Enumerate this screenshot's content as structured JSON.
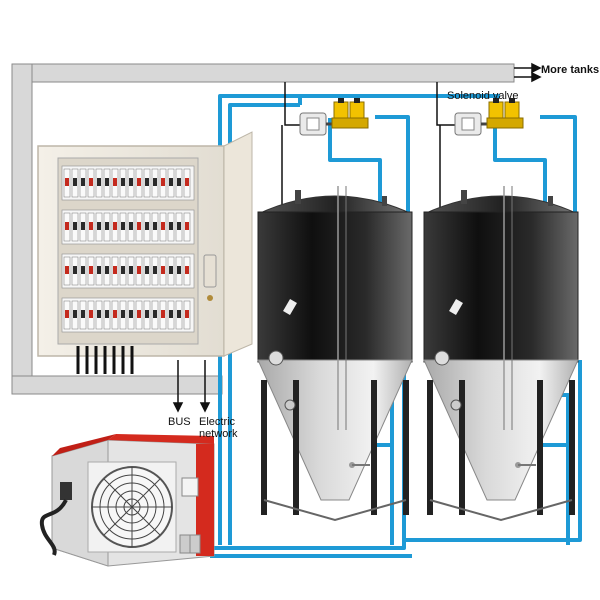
{
  "labels": {
    "more_tanks": "More tanks",
    "solenoid_valve": "Solenoid valve",
    "bus": "BUS",
    "electric_network": "Electric network"
  },
  "colors": {
    "cooling_pipe": "#1e9ad6",
    "cable_duct": "#d6d6d6",
    "tank_dark": "#1c1c1c",
    "tank_cone": "#c9c9c9",
    "valve_yellow": "#f2c200",
    "chiller_red": "#d42a1e",
    "chiller_body": "#ececec",
    "cabinet": "#efeae0"
  },
  "components": {
    "control_cabinet": "control-cabinet",
    "chiller": "water-chiller",
    "tanks": [
      "fermentation-tank-1",
      "fermentation-tank-2"
    ],
    "valves": [
      "solenoid-valve-1",
      "solenoid-valve-2"
    ]
  }
}
